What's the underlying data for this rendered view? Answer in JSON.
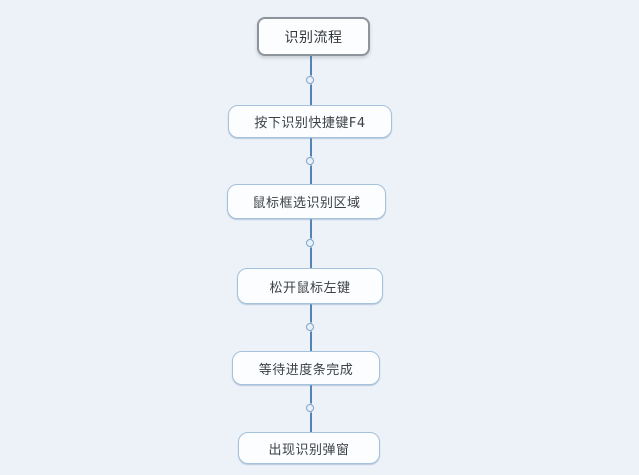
{
  "flowchart": {
    "nodes": [
      {
        "label": "识别流程",
        "type": "title"
      },
      {
        "label": "按下识别快捷键F4",
        "type": "step"
      },
      {
        "label": "鼠标框选识别区域",
        "type": "step"
      },
      {
        "label": "松开鼠标左键",
        "type": "step"
      },
      {
        "label": "等待进度条完成",
        "type": "step"
      },
      {
        "label": "出现识别弹窗",
        "type": "step"
      }
    ],
    "connector_dot_count": 5,
    "colors": {
      "background": "#edf1f8",
      "node_fill": "#fcfdfe",
      "step_border": "#a4c2db",
      "title_border": "#8e949b",
      "connector_line": "#5484b3",
      "dot_fill": "#e9f0f7",
      "dot_border": "#7ea8cc",
      "text": "#3c4146"
    }
  }
}
